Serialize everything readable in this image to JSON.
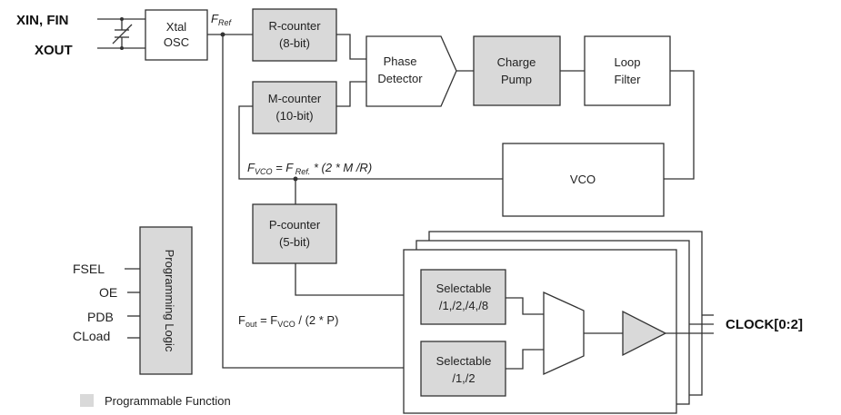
{
  "inputs": {
    "xin_fin": "XIN, FIN",
    "xout": "XOUT"
  },
  "xtal_osc": {
    "line1": "Xtal",
    "line2": "OSC"
  },
  "fref": {
    "main": "F",
    "sub": "Ref"
  },
  "r_counter": {
    "line1": "R-counter",
    "line2": "(8-bit)"
  },
  "m_counter": {
    "line1": "M-counter",
    "line2": "(10-bit)"
  },
  "phase_detector": {
    "line1": "Phase",
    "line2": "Detector"
  },
  "charge_pump": {
    "line1": "Charge",
    "line2": "Pump"
  },
  "loop_filter": {
    "line1": "Loop",
    "line2": "Filter"
  },
  "vco": {
    "label": "VCO"
  },
  "fvco_equation": {
    "f1": "F",
    "s1": "VCO",
    "eq": " = F",
    "s2": " Ref.",
    "rest": " * (2 * M /R)"
  },
  "p_counter": {
    "line1": "P-counter",
    "line2": "(5-bit)"
  },
  "fout_equation": {
    "f1": "F",
    "s1": "out",
    "eq": " = F",
    "s2": "VCO",
    "rest": " / (2 * P)"
  },
  "selectable_1": {
    "line1": "Selectable",
    "line2": "/1,/2,/4,/8"
  },
  "selectable_2": {
    "line1": "Selectable",
    "line2": "/1,/2"
  },
  "output": {
    "label": "CLOCK[0:2]"
  },
  "programming_logic": {
    "label": "Programming Logic"
  },
  "pins": [
    "FSEL",
    "OE",
    "PDB",
    "CLoad"
  ],
  "legend": {
    "label": "Programmable Function",
    "swatch_color": "#d9d9d9"
  }
}
